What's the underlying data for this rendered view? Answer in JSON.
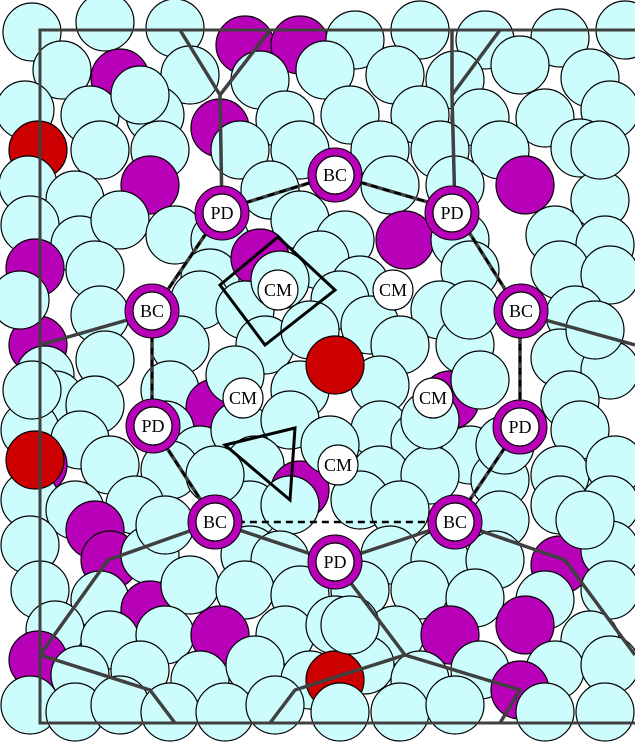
{
  "colors": {
    "cyan_atom": "#ccfcfc",
    "magenta_atom": "#b800b8",
    "red_atom": "#cc0000",
    "label_fill": "#ffffff",
    "frame": "#404040",
    "outline": "#000000"
  },
  "atom_kinds": {
    "cyan": "host atom",
    "magenta": "subsurface atom",
    "red": "adatom"
  },
  "sites": [
    {
      "id": "bc-1",
      "text": "BC"
    },
    {
      "id": "pd-1",
      "text": "PD"
    },
    {
      "id": "pd-2",
      "text": "PD"
    },
    {
      "id": "bc-2",
      "text": "BC"
    },
    {
      "id": "bc-3",
      "text": "BC"
    },
    {
      "id": "cm-1",
      "text": "CM"
    },
    {
      "id": "cm-2",
      "text": "CM"
    },
    {
      "id": "cm-3",
      "text": "CM"
    },
    {
      "id": "cm-4",
      "text": "CM"
    },
    {
      "id": "pd-3",
      "text": "PD"
    },
    {
      "id": "pd-4",
      "text": "PD"
    },
    {
      "id": "cm-5",
      "text": "CM"
    },
    {
      "id": "bc-4",
      "text": "BC"
    },
    {
      "id": "bc-5",
      "text": "BC"
    },
    {
      "id": "pd-5",
      "text": "PD"
    }
  ],
  "shapes": {
    "square_motif": "square",
    "triangle_motif": "triangle",
    "dashed_ring": "dashed",
    "tiling_lines": "solid"
  }
}
